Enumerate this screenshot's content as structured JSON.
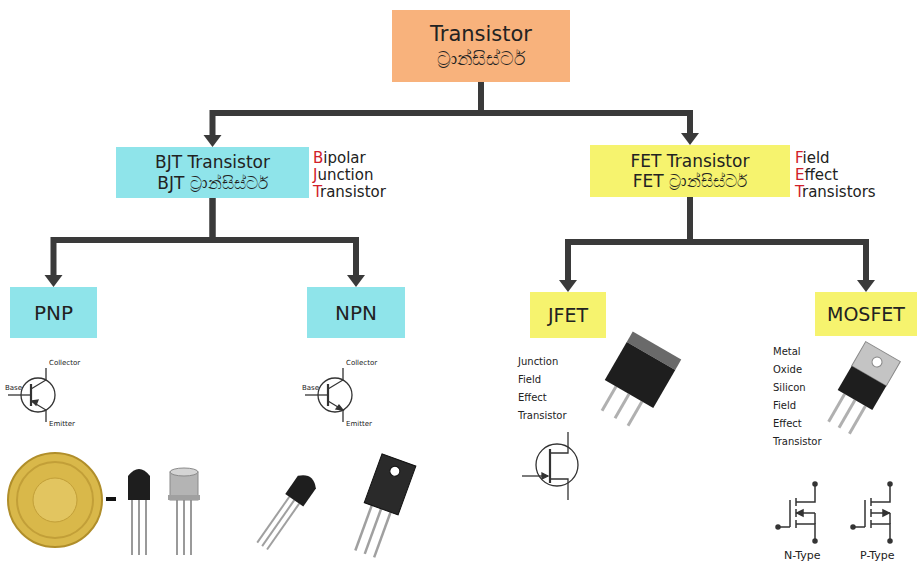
{
  "diagram": {
    "nodes": [
      {
        "text": [
          "Transistor",
          "ට්‍රාන්සිස්ටර්"
        ]
      },
      {
        "text": [
          "BJT Transistor",
          "BJT ට්‍රාන්සිස්ටර්"
        ]
      },
      {
        "text": [
          "FET Transistor",
          "FET ට්‍රාන්සිස්ටර්"
        ]
      },
      {
        "text": [
          "PNP"
        ]
      },
      {
        "text": [
          "NPN"
        ]
      },
      {
        "text": [
          "JFET"
        ]
      },
      {
        "text": [
          "MOSFET"
        ]
      }
    ],
    "edges": [
      {
        "from": 0,
        "to": 1,
        "arrow": "to"
      },
      {
        "from": 0,
        "to": 2,
        "arrow": "to"
      },
      {
        "from": 1,
        "to": 3,
        "arrow": "to"
      },
      {
        "from": 1,
        "to": 4,
        "arrow": "to"
      },
      {
        "from": 2,
        "to": 5,
        "arrow": "to"
      },
      {
        "from": 2,
        "to": 6,
        "arrow": "to"
      }
    ],
    "labels": [
      "Bipolar",
      "Junction",
      "Transistor",
      "Field",
      "Effect",
      "Transistors",
      "Collector",
      "Base",
      "Emitter",
      "Collector",
      "Base",
      "Emitter",
      "Junction",
      "Field",
      "Effect",
      "Transistor",
      "Metal",
      "Oxide",
      "Silicon",
      "Field",
      "Effect",
      "Transistor",
      "N-Type",
      "P-Type"
    ]
  }
}
